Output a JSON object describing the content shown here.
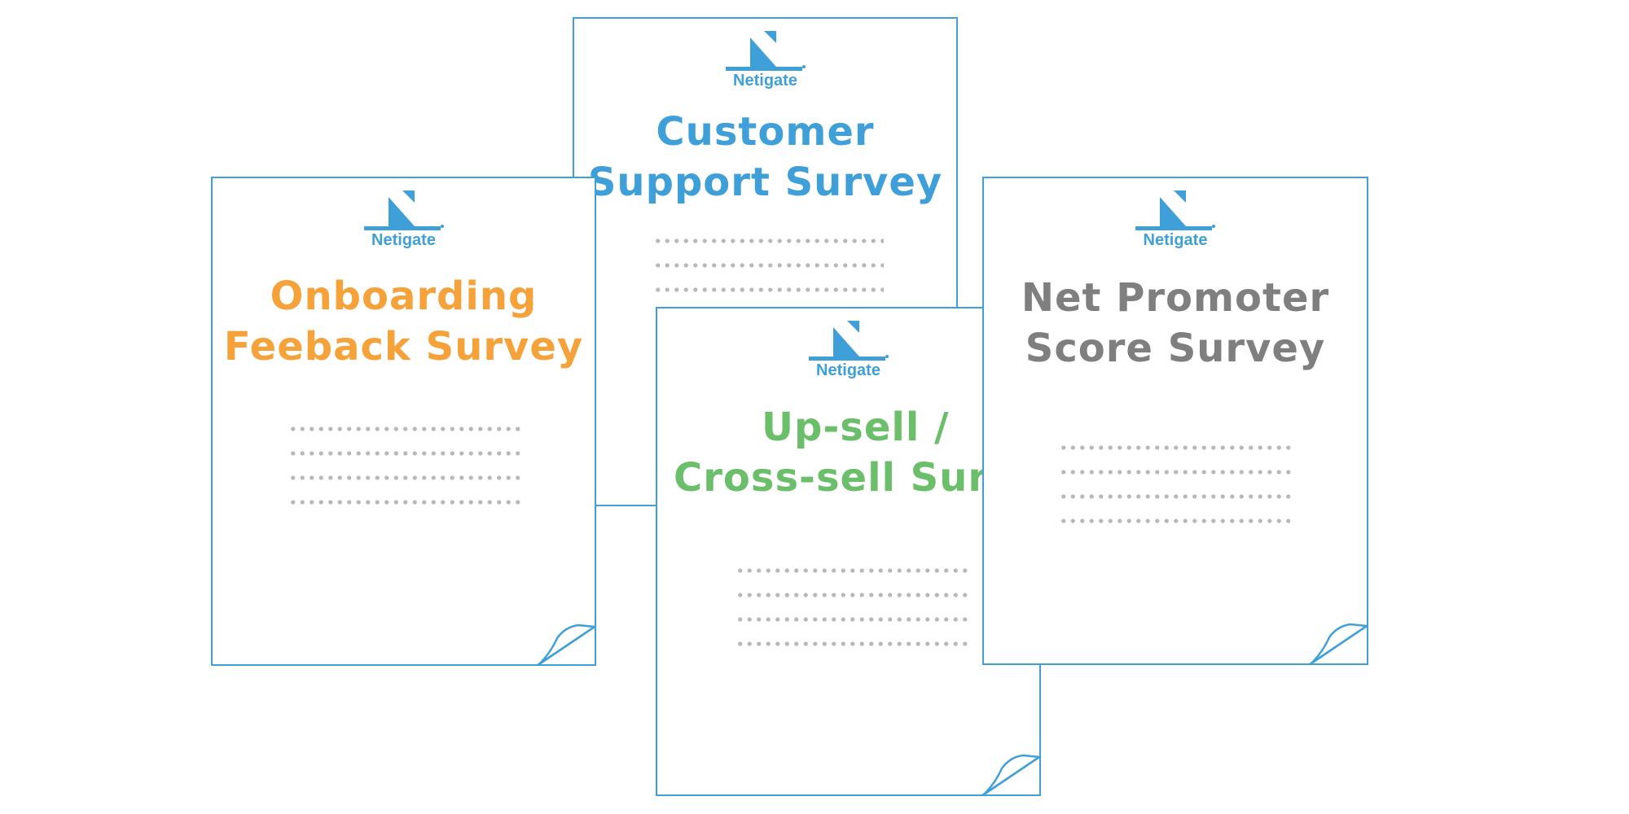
{
  "brand": {
    "name": "Netigate",
    "accent": "#3f9fd8"
  },
  "documents": [
    {
      "title_lines": [
        "Onboarding",
        "Feeback Survey"
      ],
      "color": "#f6a23a"
    },
    {
      "title_lines": [
        "Customer",
        "Support Survey"
      ],
      "color": "#3f9fd8"
    },
    {
      "title_lines": [
        "Up-sell /",
        "Cross-sell Survey"
      ],
      "color": "#6bbe6a"
    },
    {
      "title_lines": [
        "Net Promoter",
        "Score Survey"
      ],
      "color": "#7f7f7f"
    }
  ],
  "icons": {
    "logo": "netigate-logo-icon",
    "page_curl": "page-curl-icon"
  }
}
